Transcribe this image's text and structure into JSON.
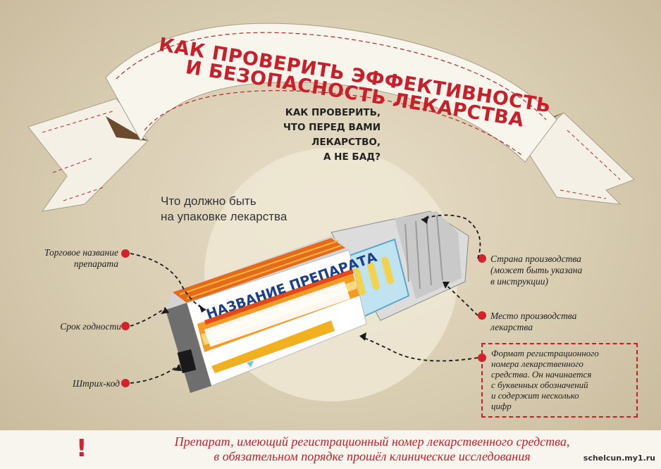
{
  "title": {
    "line1": "КАК ПРОВЕРИТЬ ЭФФЕКТИВНОСТЬ",
    "line2": "И БЕЗОПАСНОСТЬ ЛЕКАРСТВА"
  },
  "question": {
    "line1": "КАК ПРОВЕРИТЬ,",
    "line2": "ЧТО ПЕРЕД ВАМИ ЛЕКАРСТВО,",
    "line3": "А НЕ БАД?"
  },
  "package_heading": {
    "line1": "Что должно быть",
    "line2": "на упаковке лекарства"
  },
  "box_label": "НАЗВАНИЕ ПРЕПАРАТА",
  "labels": {
    "trade_name": {
      "line1": "Торговое название",
      "line2": "препарата"
    },
    "expiry": "Срок годности",
    "barcode": "Штрих-код",
    "country": {
      "line1": "Страна производства",
      "line2": "(может быть указана",
      "line3": "в инструкции)"
    },
    "place": {
      "line1": "Место производства",
      "line2": "лекарства"
    },
    "registration": {
      "line1": "Формат регистрационного",
      "line2": "номера лекарственного",
      "line3": "средства. Он начинается",
      "line4": "с буквенных обозначений",
      "line5": "и содержит несколько",
      "line6": "цифр"
    }
  },
  "warning": {
    "icon": "exclamation-icon",
    "line1": "Препарат, имеющий регистрационный номер лекарственного средства,",
    "line2": "в обязательном порядке прошёл клинические исследования"
  },
  "site": "schelcun.my1.ru",
  "colors": {
    "accent": "#c8202a",
    "box_blue": "#1c3f86",
    "box_orange": "#f08a1c"
  }
}
